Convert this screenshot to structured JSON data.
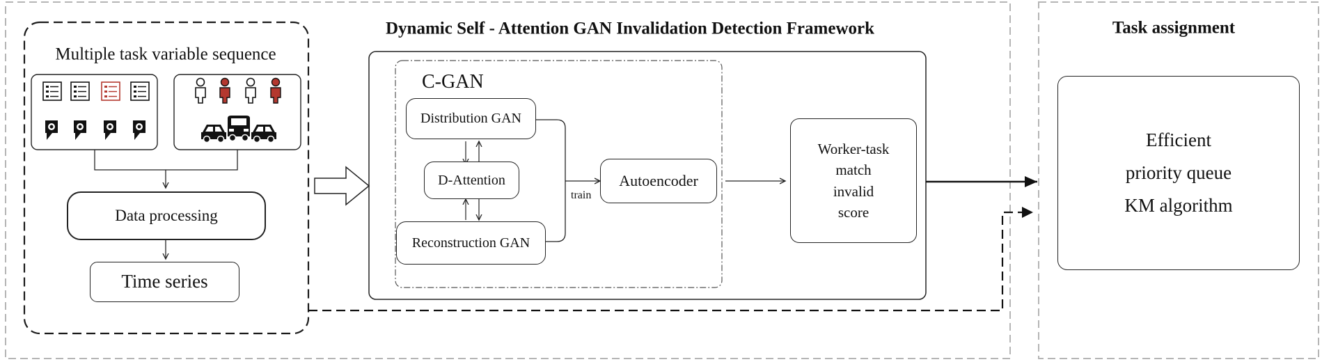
{
  "framework": {
    "title": "Dynamic Self - Attention GAN Invalidation Detection Framework"
  },
  "input_panel": {
    "title": "Multiple task variable sequence",
    "icons": [
      "task-list-icon",
      "task-list-icon",
      "task-list-icon-highlighted",
      "task-list-icon",
      "location-pin-icon",
      "location-pin-icon",
      "location-pin-icon",
      "location-pin-icon",
      "worker-icon",
      "worker-icon-highlighted",
      "worker-icon",
      "worker-icon-highlighted",
      "car-icon",
      "truck-icon",
      "car-icon"
    ],
    "data_processing": "Data processing",
    "time_series": "Time series"
  },
  "cgan": {
    "title": "C-GAN",
    "distribution_gan": "Distribution GAN",
    "d_attention": "D-Attention",
    "reconstruction_gan": "Reconstruction GAN",
    "train_label": "train",
    "autoencoder": "Autoencoder"
  },
  "score_box": {
    "lines": [
      "Worker-task",
      "match",
      "invalid",
      "score"
    ]
  },
  "task_assignment": {
    "title": "Task assignment",
    "lines": [
      "Efficient",
      "priority queue",
      "KM algorithm"
    ]
  },
  "colors": {
    "highlight": "#b4382f",
    "frame_gray": "#b0b0b0",
    "line": "#222222"
  }
}
